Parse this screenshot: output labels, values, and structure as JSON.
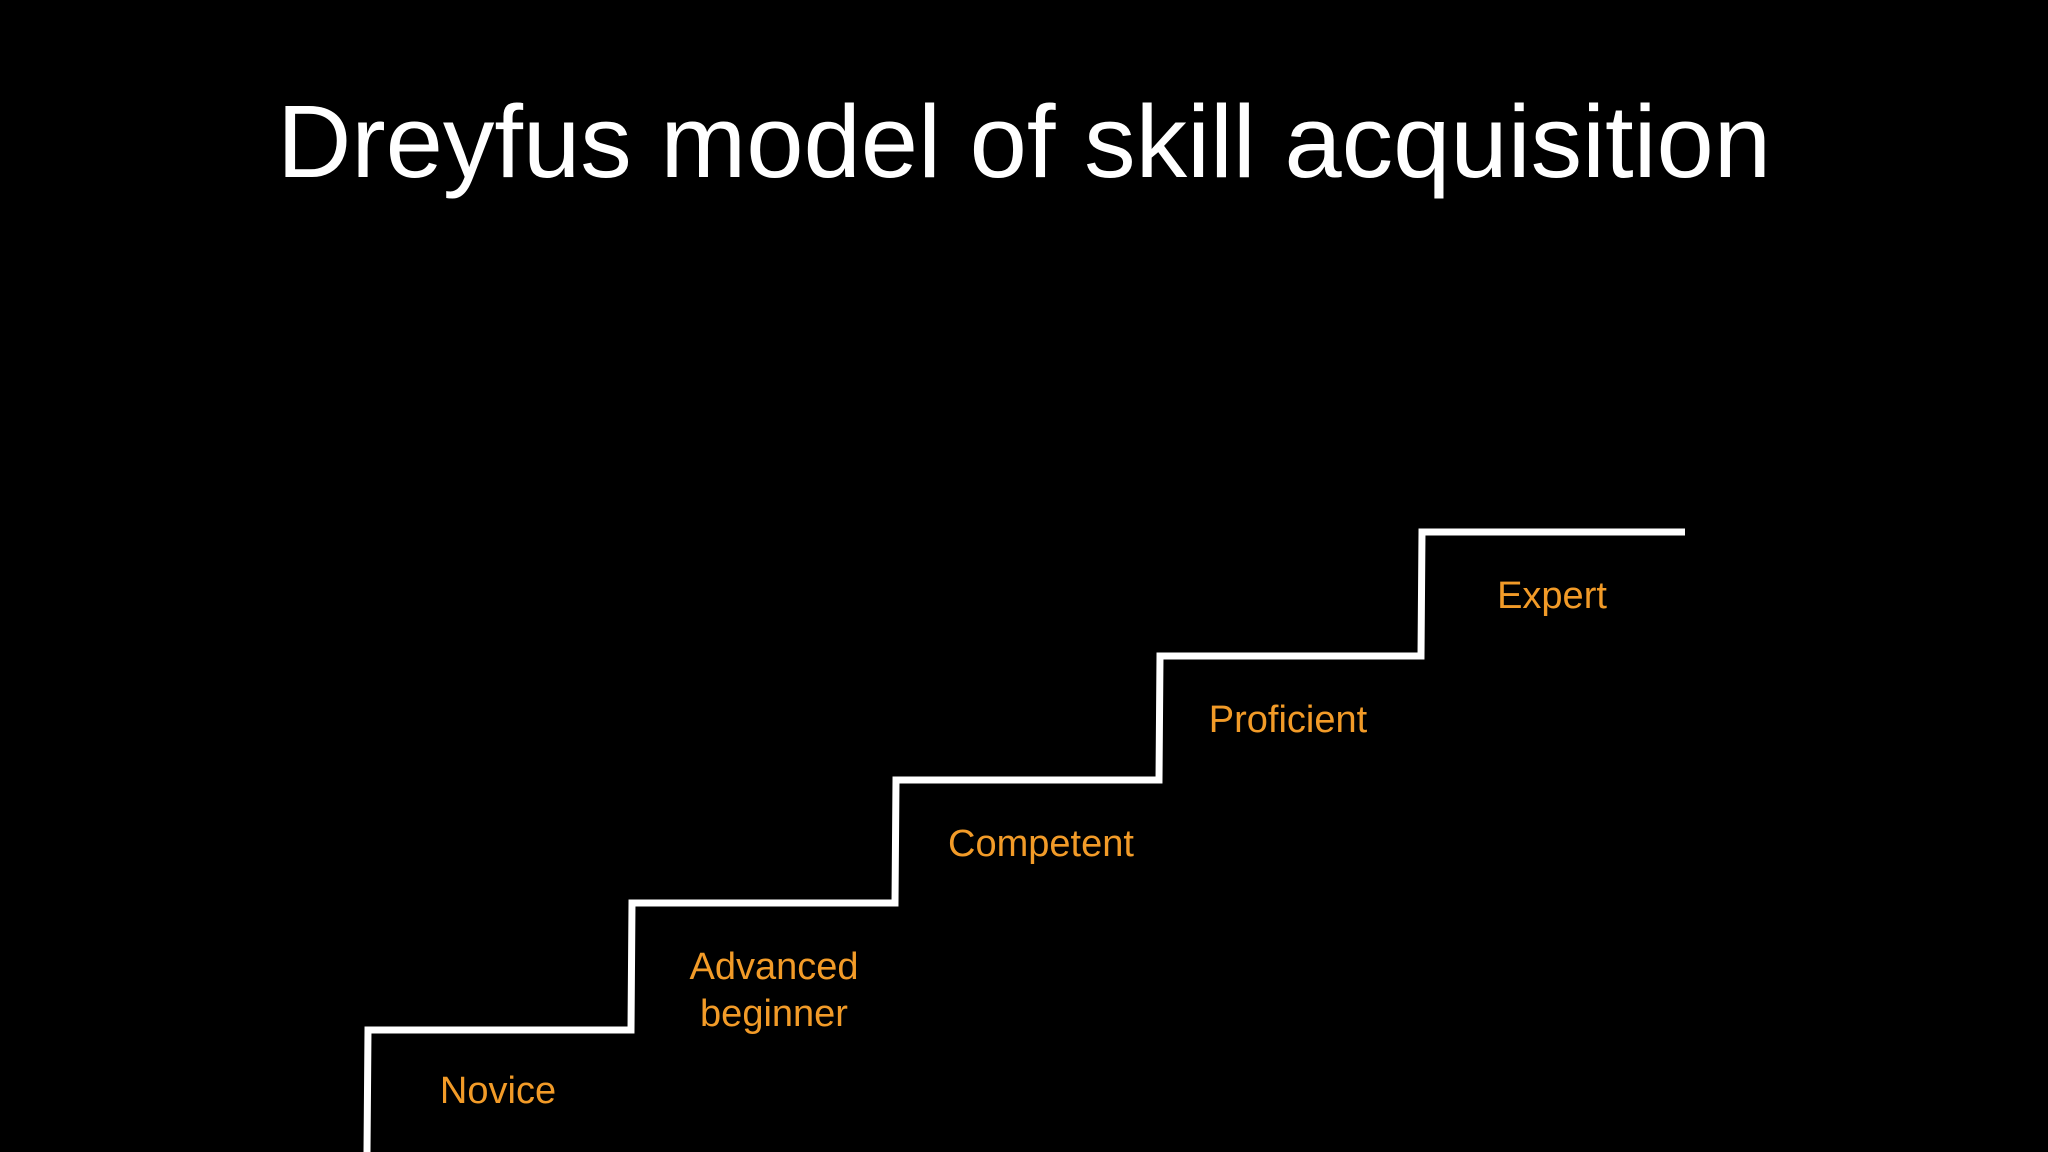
{
  "slide": {
    "title": "Dreyfus model of skill acquisition"
  },
  "colors": {
    "background": "#000000",
    "title": "#ffffff",
    "stair_line": "#ffffff",
    "stage_label": "#f29b28"
  },
  "stages": [
    {
      "line1": "Novice",
      "line2": ""
    },
    {
      "line1": "Advanced",
      "line2": "beginner"
    },
    {
      "line1": "Competent",
      "line2": ""
    },
    {
      "line1": "Proficient",
      "line2": ""
    },
    {
      "line1": "Expert",
      "line2": ""
    }
  ]
}
